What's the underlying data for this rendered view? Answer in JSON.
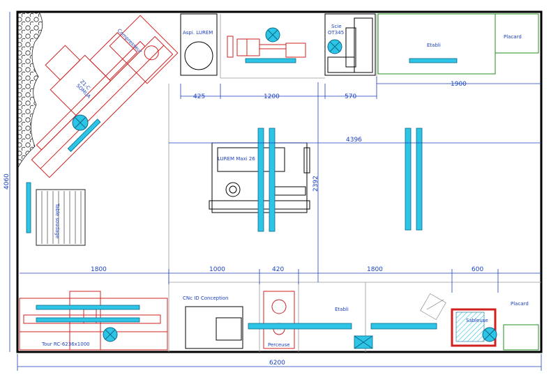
{
  "labels": {
    "aspi": "Aspi. LUREM",
    "scie": "Scie",
    "scie_model": "OT345",
    "etabli_top": "Etabli",
    "placard_top": "Placard",
    "compresseur": "Compresseur",
    "somua": "SOMUA",
    "somua_model": "Z1-C",
    "lurem": "LUREM Maxi 26",
    "table": "Table soudage",
    "cnc": "CNc ID Conception",
    "tour": "Tour RC-6236x1000",
    "perceuse": "Perceuse",
    "etabli_bottom": "Etabli",
    "sableuse": "Sableuse",
    "placard_bottom": "Placard"
  },
  "dimensions": {
    "d425": "425",
    "d1200": "1200",
    "d570": "570",
    "d1900": "1900",
    "d4396": "4396",
    "d2392": "2392",
    "d4060": "4060",
    "d1800a": "1800",
    "d1000": "1000",
    "d420": "420",
    "d1800b": "1800",
    "d600": "600",
    "d6200": "6200"
  },
  "colors": {
    "walls": "#000000",
    "machines": "#d02020",
    "furniture": "#1f8f1f",
    "dimensions": "#1a3fc0",
    "lights": "#2ec4e6"
  }
}
